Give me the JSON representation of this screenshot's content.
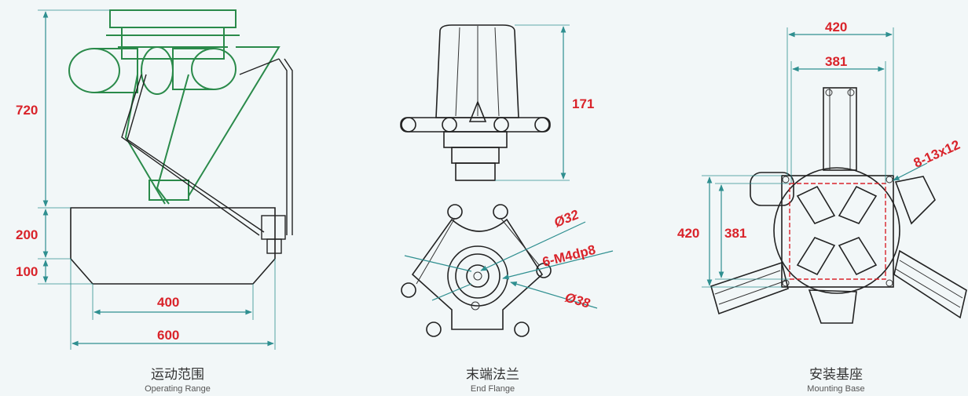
{
  "panels": [
    {
      "caption_cn": "运动范围",
      "caption_en": "Operating Range",
      "dims": [
        "720",
        "200",
        "100",
        "400",
        "600"
      ]
    },
    {
      "caption_cn": "末端法兰",
      "caption_en": "End Flange",
      "dims": [
        "171",
        "Ø32",
        "6-M4dp8",
        "Ø38"
      ]
    },
    {
      "caption_cn": "安装基座",
      "caption_en": "Mounting Base",
      "dims": [
        "420",
        "381",
        "420",
        "381",
        "8-13x12"
      ]
    }
  ],
  "colors": {
    "dimension_text": "#d9232a",
    "dimension_line": "#2f8f90",
    "robot_arm": "#2a8a4a",
    "background": "#f2f7f8"
  }
}
